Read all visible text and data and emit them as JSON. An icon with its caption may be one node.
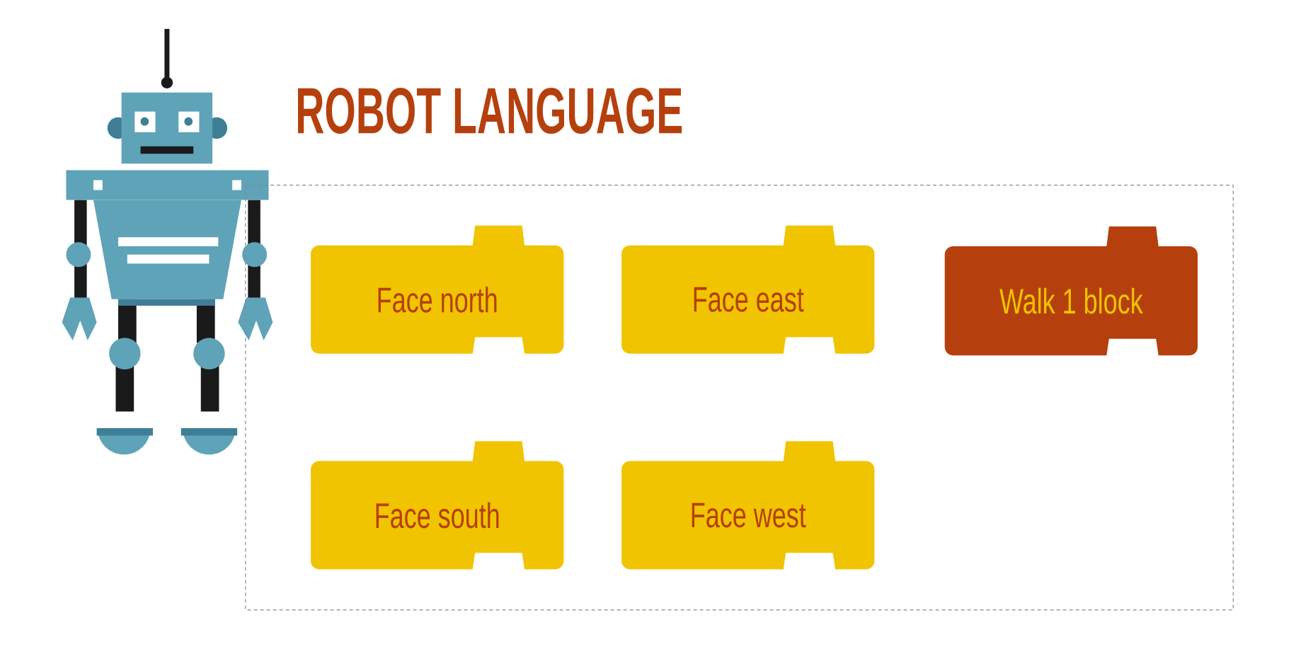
{
  "diagram": {
    "title": "ROBOT LANGUAGE",
    "nodes": [
      {
        "text": [
          "Face north"
        ]
      },
      {
        "text": [
          "Face east"
        ]
      },
      {
        "text": [
          "Walk 1 block"
        ]
      },
      {
        "text": [
          "Face south"
        ]
      },
      {
        "text": [
          "Face west"
        ]
      }
    ]
  }
}
